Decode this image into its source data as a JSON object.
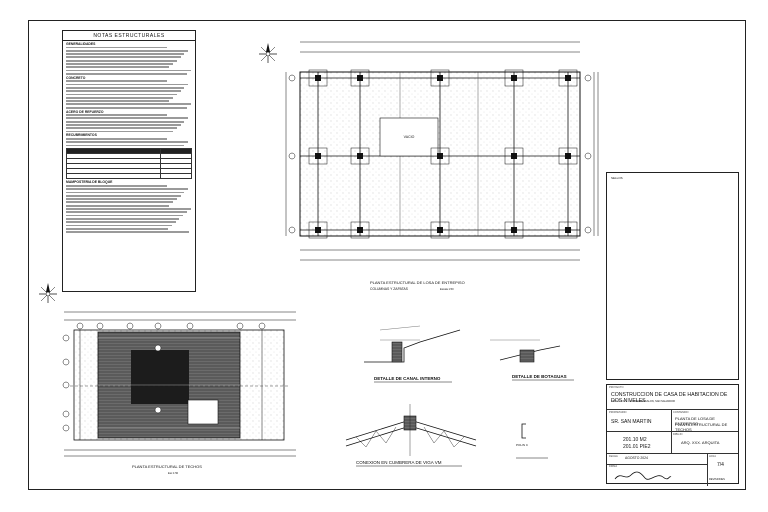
{
  "notes": {
    "title": "NOTAS ESTRUCTURALES",
    "sections": [
      {
        "heading": "GENERALIDADES",
        "lines": 9
      },
      {
        "heading": "CONCRETO",
        "lines": 9
      },
      {
        "heading": "ACERO DE REFUERZO",
        "lines": 6
      },
      {
        "heading": "RECUBRIMIENTOS",
        "lines": 3
      }
    ],
    "table_rows": 6,
    "section_after_table": {
      "heading": "MAMPOSTERIA DE BLOQUE",
      "lines": 15
    }
  },
  "plan1": {
    "title": "PLANTA ESTRUCTURAL DE LOSA DE ENTREPISO",
    "subtitle": "COLUMNAS Y ZAPATAS",
    "scale": "Escala 1:50",
    "void_label": "VACIO"
  },
  "plan2": {
    "title": "PLANTA ESTRUCTURAL DE TECHOS",
    "scale": "Esc 1:50"
  },
  "details": {
    "canal": "DETALLE DE CANAL INTERNO",
    "botaguas": "DETALLE DE BOTAGUAS",
    "viga": "CONEXION EN CUMBRERA DE VIGA VM",
    "polin": "POLIN C"
  },
  "title_block": {
    "proyecto_label": "PROYECTO",
    "proyecto": "CONSTRUCCION DE CASA DE HABITACION DE DOS NIVELES",
    "ubicacion": "UBICACION",
    "ubicacion_text": "COLONIA ESCALON, SAN SALVADOR",
    "propietario_label": "PROPIETARIO",
    "propietario": "SR. SAN MARTIN",
    "contenido_label": "CONTENIDO",
    "contenido1": "PLANTA DE LOSA DE ENTREPISO",
    "contenido2": "PLANTA ESTRUCTURAL DE TECHOS",
    "area1": "201.10 M2",
    "area2": "201.01 PIE2",
    "dibujo_label": "DIBUJO",
    "dibujo": "ARQ. XXX. ARQUITA",
    "fecha_label": "FECHA",
    "fecha": "AGOSTO 2024",
    "hoja_label": "HOJA",
    "hoja": "7/4",
    "firma_label": "FIRMA",
    "revision": "REVISIONES"
  },
  "legend_label": "SELLOS",
  "colors": {
    "ink": "#111111",
    "hatch": "#8a8a8a",
    "dark": "#1c1c1c"
  }
}
